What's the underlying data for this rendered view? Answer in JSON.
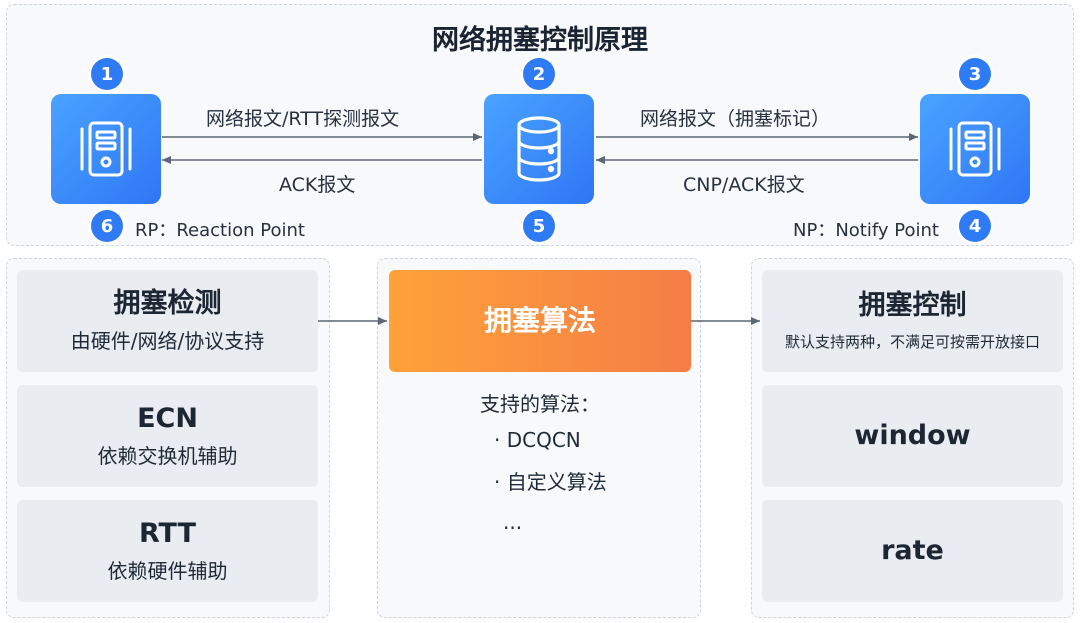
{
  "title": "网络拥塞控制原理",
  "nodes": [
    {
      "badge": "1",
      "icon": "server-icon"
    },
    {
      "badge": "2",
      "icon": "database-icon"
    },
    {
      "badge": "3",
      "icon": "server-icon"
    }
  ],
  "bottom_badges": {
    "four": "4",
    "five": "5",
    "six": "6"
  },
  "labels": {
    "rp": "RP：Reaction Point",
    "np": "NP：Notify Point",
    "left_forward": "网络报文/RTT探测报文",
    "left_backward": "ACK报文",
    "right_forward": "网络报文（拥塞标记）",
    "right_backward": "CNP/ACK报文"
  },
  "left_column": {
    "detect": {
      "title": "拥塞检测",
      "subtitle": "由硬件/网络/协议支持"
    },
    "ecn": {
      "title": "ECN",
      "subtitle": "依赖交换机辅助"
    },
    "rtt": {
      "title": "RTT",
      "subtitle": "依赖硬件辅助"
    }
  },
  "middle_column": {
    "algo_title": "拥塞算法",
    "supported_heading": "支持的算法：",
    "items": [
      "· DCQCN",
      "· 自定义算法"
    ],
    "more": "..."
  },
  "right_column": {
    "control": {
      "title": "拥塞控制",
      "subtitle": "默认支持两种，不满足可按需开放接口"
    },
    "window": {
      "title": "window"
    },
    "rate": {
      "title": "rate"
    }
  },
  "colors": {
    "node_blue": "#2f76f5",
    "badge_blue": "#2f7bf5",
    "algo_orange_start": "#ffa23a",
    "algo_orange_end": "#f47d45",
    "card_gray": "#e9ecf1",
    "arrow_gray": "#5b6573"
  }
}
